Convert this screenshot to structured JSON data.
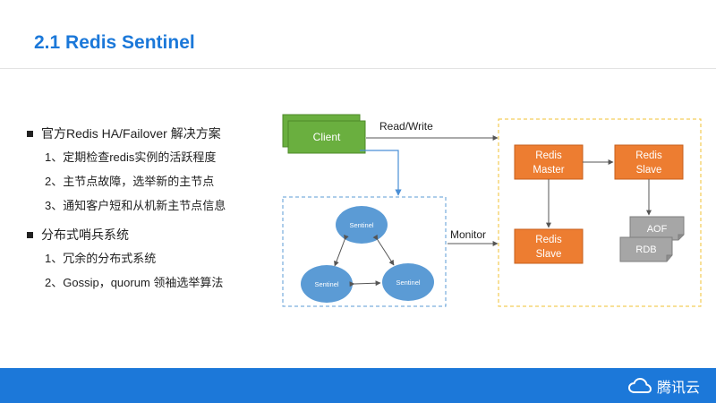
{
  "title": "2.1 Redis Sentinel",
  "bullets": [
    {
      "text": "官方Redis HA/Failover 解决方案",
      "items": [
        "1、定期检查redis实例的活跃程度",
        "2、主节点故障，选举新的主节点",
        "3、通知客户短和从机新主节点信息"
      ]
    },
    {
      "text": "分布式哨兵系统",
      "items": [
        "1、冗余的分布式系统",
        "2、Gossip，quorum 领袖选举算法"
      ]
    }
  ],
  "diagram": {
    "client": "Client",
    "read_write": "Read/Write",
    "monitor": "Monitor",
    "sentinels": [
      "Sentinel",
      "Sentinel",
      "Sentinel"
    ],
    "redis_master": [
      "Redis",
      "Master"
    ],
    "redis_slave_right": [
      "Redis",
      "Slave"
    ],
    "redis_slave_bottom": [
      "Redis",
      "Slave"
    ],
    "aof": "AOF",
    "rdb": "RDB"
  },
  "footer": {
    "brand": "腾讯云"
  },
  "colors": {
    "accent": "#1b78d9",
    "client": "#6aaf3f",
    "redis": "#ed7d31",
    "sentinel": "#5b9bd5",
    "storage": "#a6a6a6",
    "box_border": "#f2c230"
  }
}
